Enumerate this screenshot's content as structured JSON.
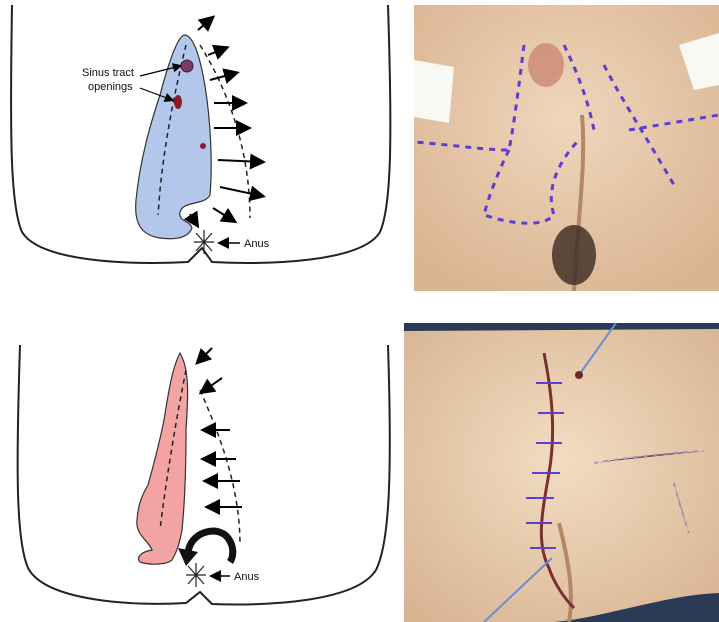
{
  "diagram_top": {
    "label_sinus": [
      "Sinus tract",
      "openings"
    ],
    "label_anus": "Anus",
    "flap_color": "#b3c7ea",
    "opening_color": "#8b1b2b"
  },
  "diagram_bottom": {
    "label_anus": "Anus",
    "flap_color": "#f4a3a3"
  },
  "photos": {
    "preop_skin_color": "#e8c8a8",
    "marker_color": "#5a3fd0",
    "drape_color": "#2b3a55"
  }
}
